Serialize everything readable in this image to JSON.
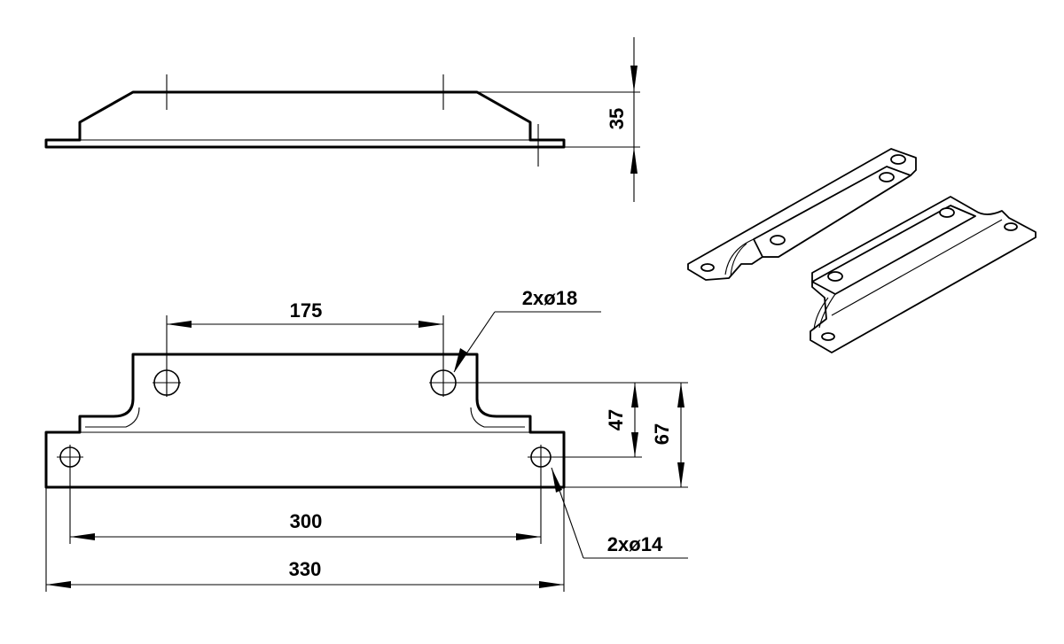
{
  "drawing": {
    "dims": {
      "height_side": "35",
      "hole_spacing_top": "175",
      "big_holes": "2xø18",
      "rise_47": "47",
      "rise_67": "67",
      "hole_spacing_bottom": "300",
      "total_width": "330",
      "small_holes": "2xø14"
    }
  }
}
